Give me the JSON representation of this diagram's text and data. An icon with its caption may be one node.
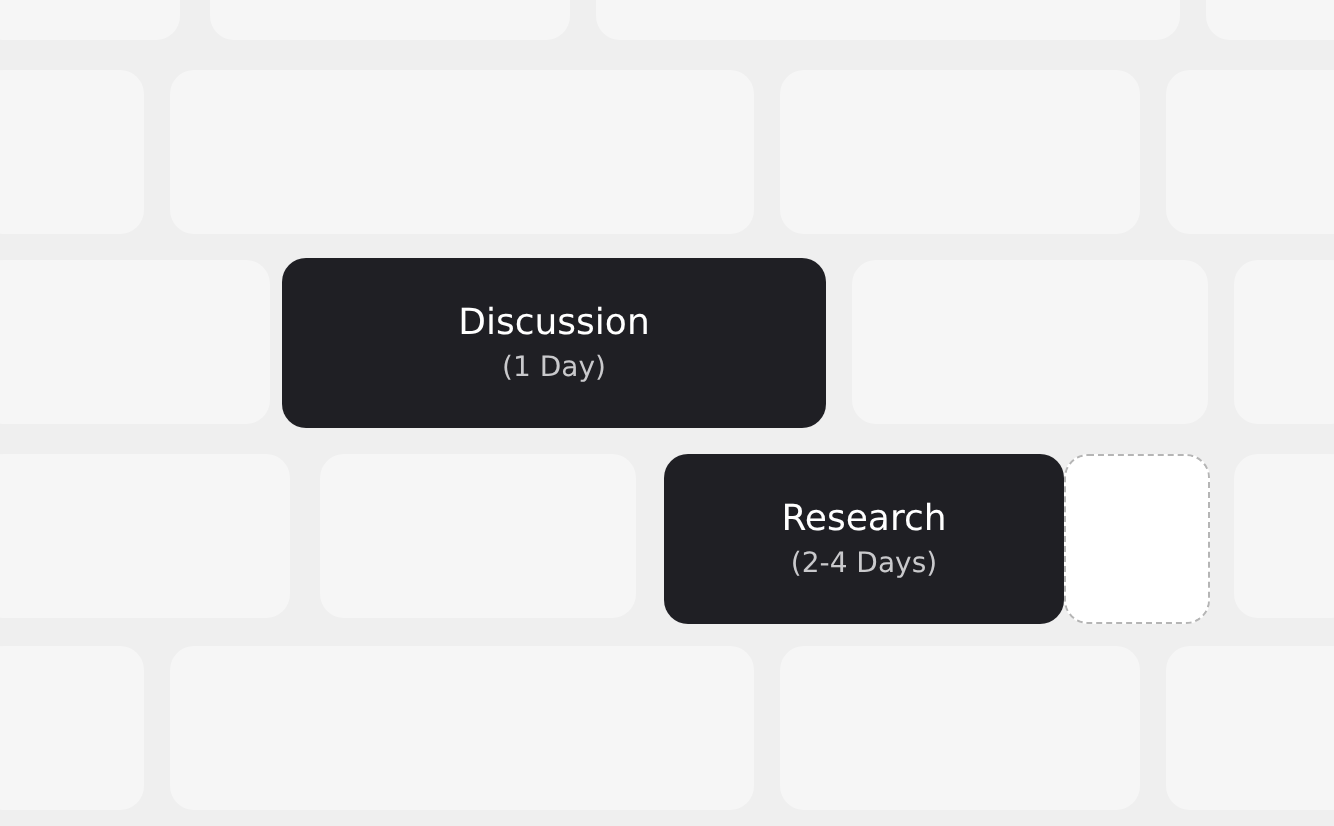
{
  "diagram": {
    "nodes": [
      {
        "text": [
          "Discussion",
          "(1 Day)"
        ]
      },
      {
        "text": [],
        "shape": "box"
      },
      {
        "text": [
          "Research",
          "(2-4 Days)"
        ]
      }
    ]
  }
}
